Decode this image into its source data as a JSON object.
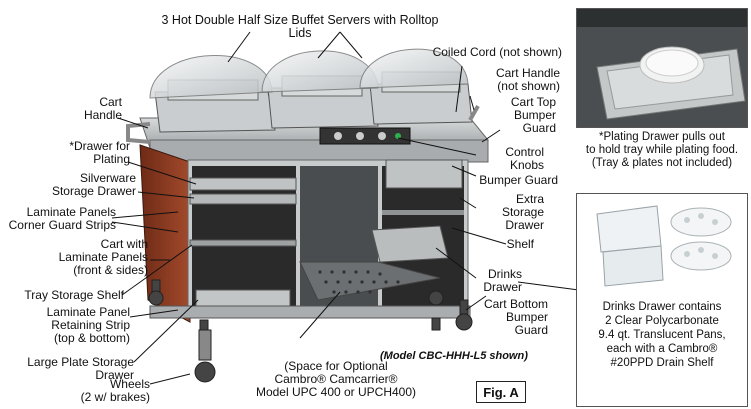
{
  "title": "3 Hot Double Half Size Buffet Servers with Rolltop Lids",
  "labels": {
    "cart_handle": "Cart\nHandle",
    "drawer_for_plating": "*Drawer for\nPlating",
    "silverware_drawer": "Silverware\nStorage Drawer",
    "laminate_panels_corner": "Laminate Panels\nCorner Guard Strips",
    "cart_with_laminate": "Cart with\nLaminate Panels\n(front & sides)",
    "tray_storage_shelf": "Tray Storage Shelf",
    "laminate_retaining_strip": "Laminate Panel\nRetaining Strip\n(top & bottom)",
    "large_plate_drawer": "Large Plate Storage Drawer",
    "wheels": "Wheels\n(2 w/ brakes)",
    "coiled_cord": "Coiled Cord (not shown)",
    "cart_handle_not_shown": "Cart Handle\n(not shown)",
    "cart_top_bumper": "Cart Top\nBumper\nGuard",
    "control_knobs": "Control\nKnobs",
    "bumper_guard": "Bumper Guard",
    "extra_storage_drawer": "Extra\nStorage\nDrawer",
    "shelf": "Shelf",
    "drinks_drawer": "Drinks\nDrawer",
    "cart_bottom_bumper": "Cart Bottom\nBumper\nGuard",
    "space_optional": "(Space for Optional\nCambro® Camcarrier®\nModel UPC 400 or UPCH400)",
    "model_note": "(Model CBC-HHH-L5 shown)",
    "fig": "Fig. A"
  },
  "insets": {
    "plating_caption": "*Plating Drawer pulls out\nto hold tray while plating food.\n(Tray & plates not included)",
    "drinks_caption": "Drinks Drawer contains\n2 Clear Polycarbonate\n9.4 qt. Translucent Pans,\neach with a Cambro®\n#20PPD Drain Shelf"
  },
  "colors": {
    "steel": "#b9bcbd",
    "steel_dark": "#7d8284",
    "laminate": "#8a3a22",
    "lid": "#dfe3e5",
    "shadow": "#2b2b2b"
  }
}
